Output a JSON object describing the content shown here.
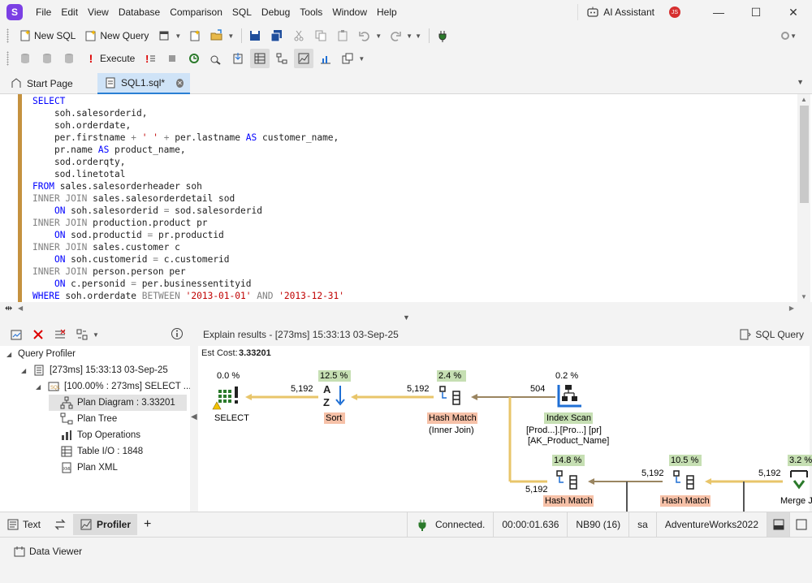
{
  "app": {
    "logo_letter": "S",
    "menu": [
      "File",
      "Edit",
      "View",
      "Database",
      "Comparison",
      "SQL",
      "Debug",
      "Tools",
      "Window",
      "Help"
    ],
    "ai_assistant": "AI Assistant",
    "avatar": "JS",
    "window_controls": {
      "minimize": "—",
      "maximize": "☐",
      "close": "✕"
    }
  },
  "toolbar1": {
    "new_sql": "New SQL",
    "new_query": "New Query"
  },
  "toolbar2": {
    "execute": "Execute"
  },
  "tabs": [
    {
      "label": "Start Page"
    },
    {
      "label": "SQL1.sql*"
    }
  ],
  "editor": {
    "lines": [
      [
        {
          "t": "kw",
          "v": "SELECT"
        }
      ],
      [
        {
          "t": "",
          "v": "    soh.salesorderid,"
        }
      ],
      [
        {
          "t": "",
          "v": "    soh.orderdate,"
        }
      ],
      [
        {
          "t": "",
          "v": "    per.firstname "
        },
        {
          "t": "kwg",
          "v": "+"
        },
        {
          "t": "",
          "v": " "
        },
        {
          "t": "str",
          "v": "' '"
        },
        {
          "t": "",
          "v": " "
        },
        {
          "t": "kwg",
          "v": "+"
        },
        {
          "t": "",
          "v": " per.lastname "
        },
        {
          "t": "kw",
          "v": "AS"
        },
        {
          "t": "",
          "v": " customer_name,"
        }
      ],
      [
        {
          "t": "",
          "v": "    pr.name "
        },
        {
          "t": "kw",
          "v": "AS"
        },
        {
          "t": "",
          "v": " product_name,"
        }
      ],
      [
        {
          "t": "",
          "v": "    sod.orderqty,"
        }
      ],
      [
        {
          "t": "",
          "v": "    sod.linetotal"
        }
      ],
      [
        {
          "t": "kw",
          "v": "FROM"
        },
        {
          "t": "",
          "v": " sales.salesorderheader soh"
        }
      ],
      [
        {
          "t": "kwg",
          "v": "INNER JOIN"
        },
        {
          "t": "",
          "v": " sales.salesorderdetail sod"
        }
      ],
      [
        {
          "t": "",
          "v": "    "
        },
        {
          "t": "kw",
          "v": "ON"
        },
        {
          "t": "",
          "v": " soh.salesorderid "
        },
        {
          "t": "kwg",
          "v": "="
        },
        {
          "t": "",
          "v": " sod.salesorderid"
        }
      ],
      [
        {
          "t": "kwg",
          "v": "INNER JOIN"
        },
        {
          "t": "",
          "v": " production.product pr"
        }
      ],
      [
        {
          "t": "",
          "v": "    "
        },
        {
          "t": "kw",
          "v": "ON"
        },
        {
          "t": "",
          "v": " sod.productid "
        },
        {
          "t": "kwg",
          "v": "="
        },
        {
          "t": "",
          "v": " pr.productid"
        }
      ],
      [
        {
          "t": "kwg",
          "v": "INNER JOIN"
        },
        {
          "t": "",
          "v": " sales.customer c"
        }
      ],
      [
        {
          "t": "",
          "v": "    "
        },
        {
          "t": "kw",
          "v": "ON"
        },
        {
          "t": "",
          "v": " soh.customerid "
        },
        {
          "t": "kwg",
          "v": "="
        },
        {
          "t": "",
          "v": " c.customerid"
        }
      ],
      [
        {
          "t": "kwg",
          "v": "INNER JOIN"
        },
        {
          "t": "",
          "v": " person.person per"
        }
      ],
      [
        {
          "t": "",
          "v": "    "
        },
        {
          "t": "kw",
          "v": "ON"
        },
        {
          "t": "",
          "v": " c.personid "
        },
        {
          "t": "kwg",
          "v": "="
        },
        {
          "t": "",
          "v": " per.businessentityid"
        }
      ],
      [
        {
          "t": "kw",
          "v": "WHERE"
        },
        {
          "t": "",
          "v": " soh.orderdate "
        },
        {
          "t": "kwg",
          "v": "BETWEEN"
        },
        {
          "t": "",
          "v": " "
        },
        {
          "t": "str",
          "v": "'2013-01-01'"
        },
        {
          "t": "",
          "v": " "
        },
        {
          "t": "kwg",
          "v": "AND"
        },
        {
          "t": "",
          "v": " "
        },
        {
          "t": "str",
          "v": "'2013-12-31'"
        }
      ]
    ]
  },
  "profiler_tree": {
    "root": "Query Profiler",
    "session": "[273ms] 15:33:13 03-Sep-25",
    "query": "[100.00% : 273ms] SELECT ...",
    "children": [
      "Plan Diagram : 3.33201",
      "Plan Tree",
      "Top Operations",
      "Table I/O : 1848",
      "Plan XML"
    ]
  },
  "explain": {
    "header": "Explain results - [273ms] 15:33:13 03-Sep-25",
    "sql_query_btn": "SQL Query",
    "est_cost_label": "Est Cost:",
    "est_cost_value": "3.33201",
    "nodes": {
      "select": {
        "pct": "0.0 %",
        "label": "SELECT"
      },
      "sort": {
        "pct": "12.5 %",
        "label": "Sort"
      },
      "hash1": {
        "pct": "2.4 %",
        "label": "Hash Match",
        "sub": "(Inner Join)"
      },
      "index": {
        "pct": "0.2 %",
        "label": "Index Scan",
        "sub1": "[Prod...].[Pro...] [pr]",
        "sub2": "[AK_Product_Name]"
      },
      "hash2": {
        "pct": "14.8 %",
        "label": "Hash Match"
      },
      "hash3": {
        "pct": "10.5 %",
        "label": "Hash Match"
      },
      "merge": {
        "pct": "3.2 %",
        "label": "Merge J"
      }
    },
    "rows": {
      "sel_sort": "5,192",
      "sort_hash": "5,192",
      "hash_index": "504",
      "hash2_in": "5,192",
      "hash2_out": "5,192",
      "hash3_in": "5,192"
    }
  },
  "status": {
    "tabs": [
      "Text",
      "Profiler"
    ],
    "add": "+",
    "connected": "Connected.",
    "elapsed": "00:00:01.636",
    "server": "NB90 (16)",
    "user": "sa",
    "database": "AdventureWorks2022"
  },
  "data_viewer": "Data Viewer",
  "colors": {
    "accent": "#2a7fd4",
    "logo": "#7b3fe4",
    "arrow": "#e8c56a",
    "pct_bg": "#c6dfb3",
    "label_bg": "#f6c1a8"
  }
}
